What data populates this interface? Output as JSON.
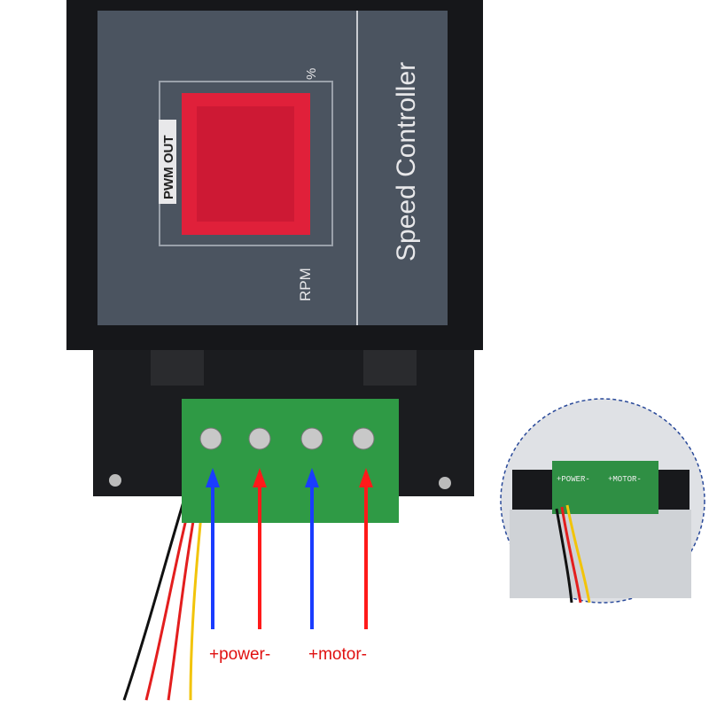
{
  "panel": {
    "title": "Speed Controller",
    "display_label": "PWM OUT",
    "unit_rpm": "RPM",
    "unit_percent": "%"
  },
  "terminals": {
    "power_label": "+power-",
    "motor_label": "+motor-"
  },
  "inset": {
    "power_label": "+POWER-",
    "motor_label": "+MOTOR-"
  },
  "colors": {
    "positive_arrow": "#1a3cff",
    "negative_arrow": "#ff1a1a",
    "terminal_green": "#2f9a45",
    "display_red": "#e0203a"
  }
}
